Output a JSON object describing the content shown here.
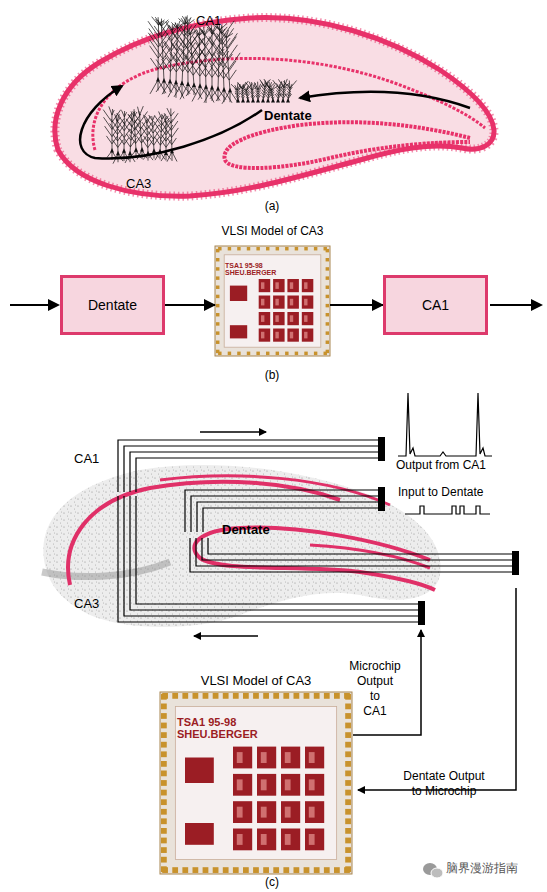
{
  "diagram": {
    "nodes": [
      {
        "text": [
          "Dentate"
        ]
      },
      {
        "text": [
          "VLSI Model of CA3",
          "TSA1 95-98 SHEU.BERGER"
        ]
      },
      {
        "text": [
          "CA1"
        ]
      },
      {
        "text": [
          "VLSI Model of CA3",
          "TSA1 95-98 SHEU.BERGER"
        ]
      }
    ],
    "edges": [
      {
        "from": 0,
        "to": 1,
        "arrow": "to"
      },
      {
        "from": 1,
        "to": 2,
        "arrow": "to"
      }
    ],
    "labels": [
      "CA1",
      "Dentate",
      "CA3",
      "(a)",
      "(b)",
      "CA1",
      "Output from CA1",
      "Input to Dentate",
      "Dentate",
      "CA3",
      "Microchip Output to CA1",
      "Dentate Output to Microchip",
      "(c)",
      "脑界漫游指南"
    ]
  }
}
